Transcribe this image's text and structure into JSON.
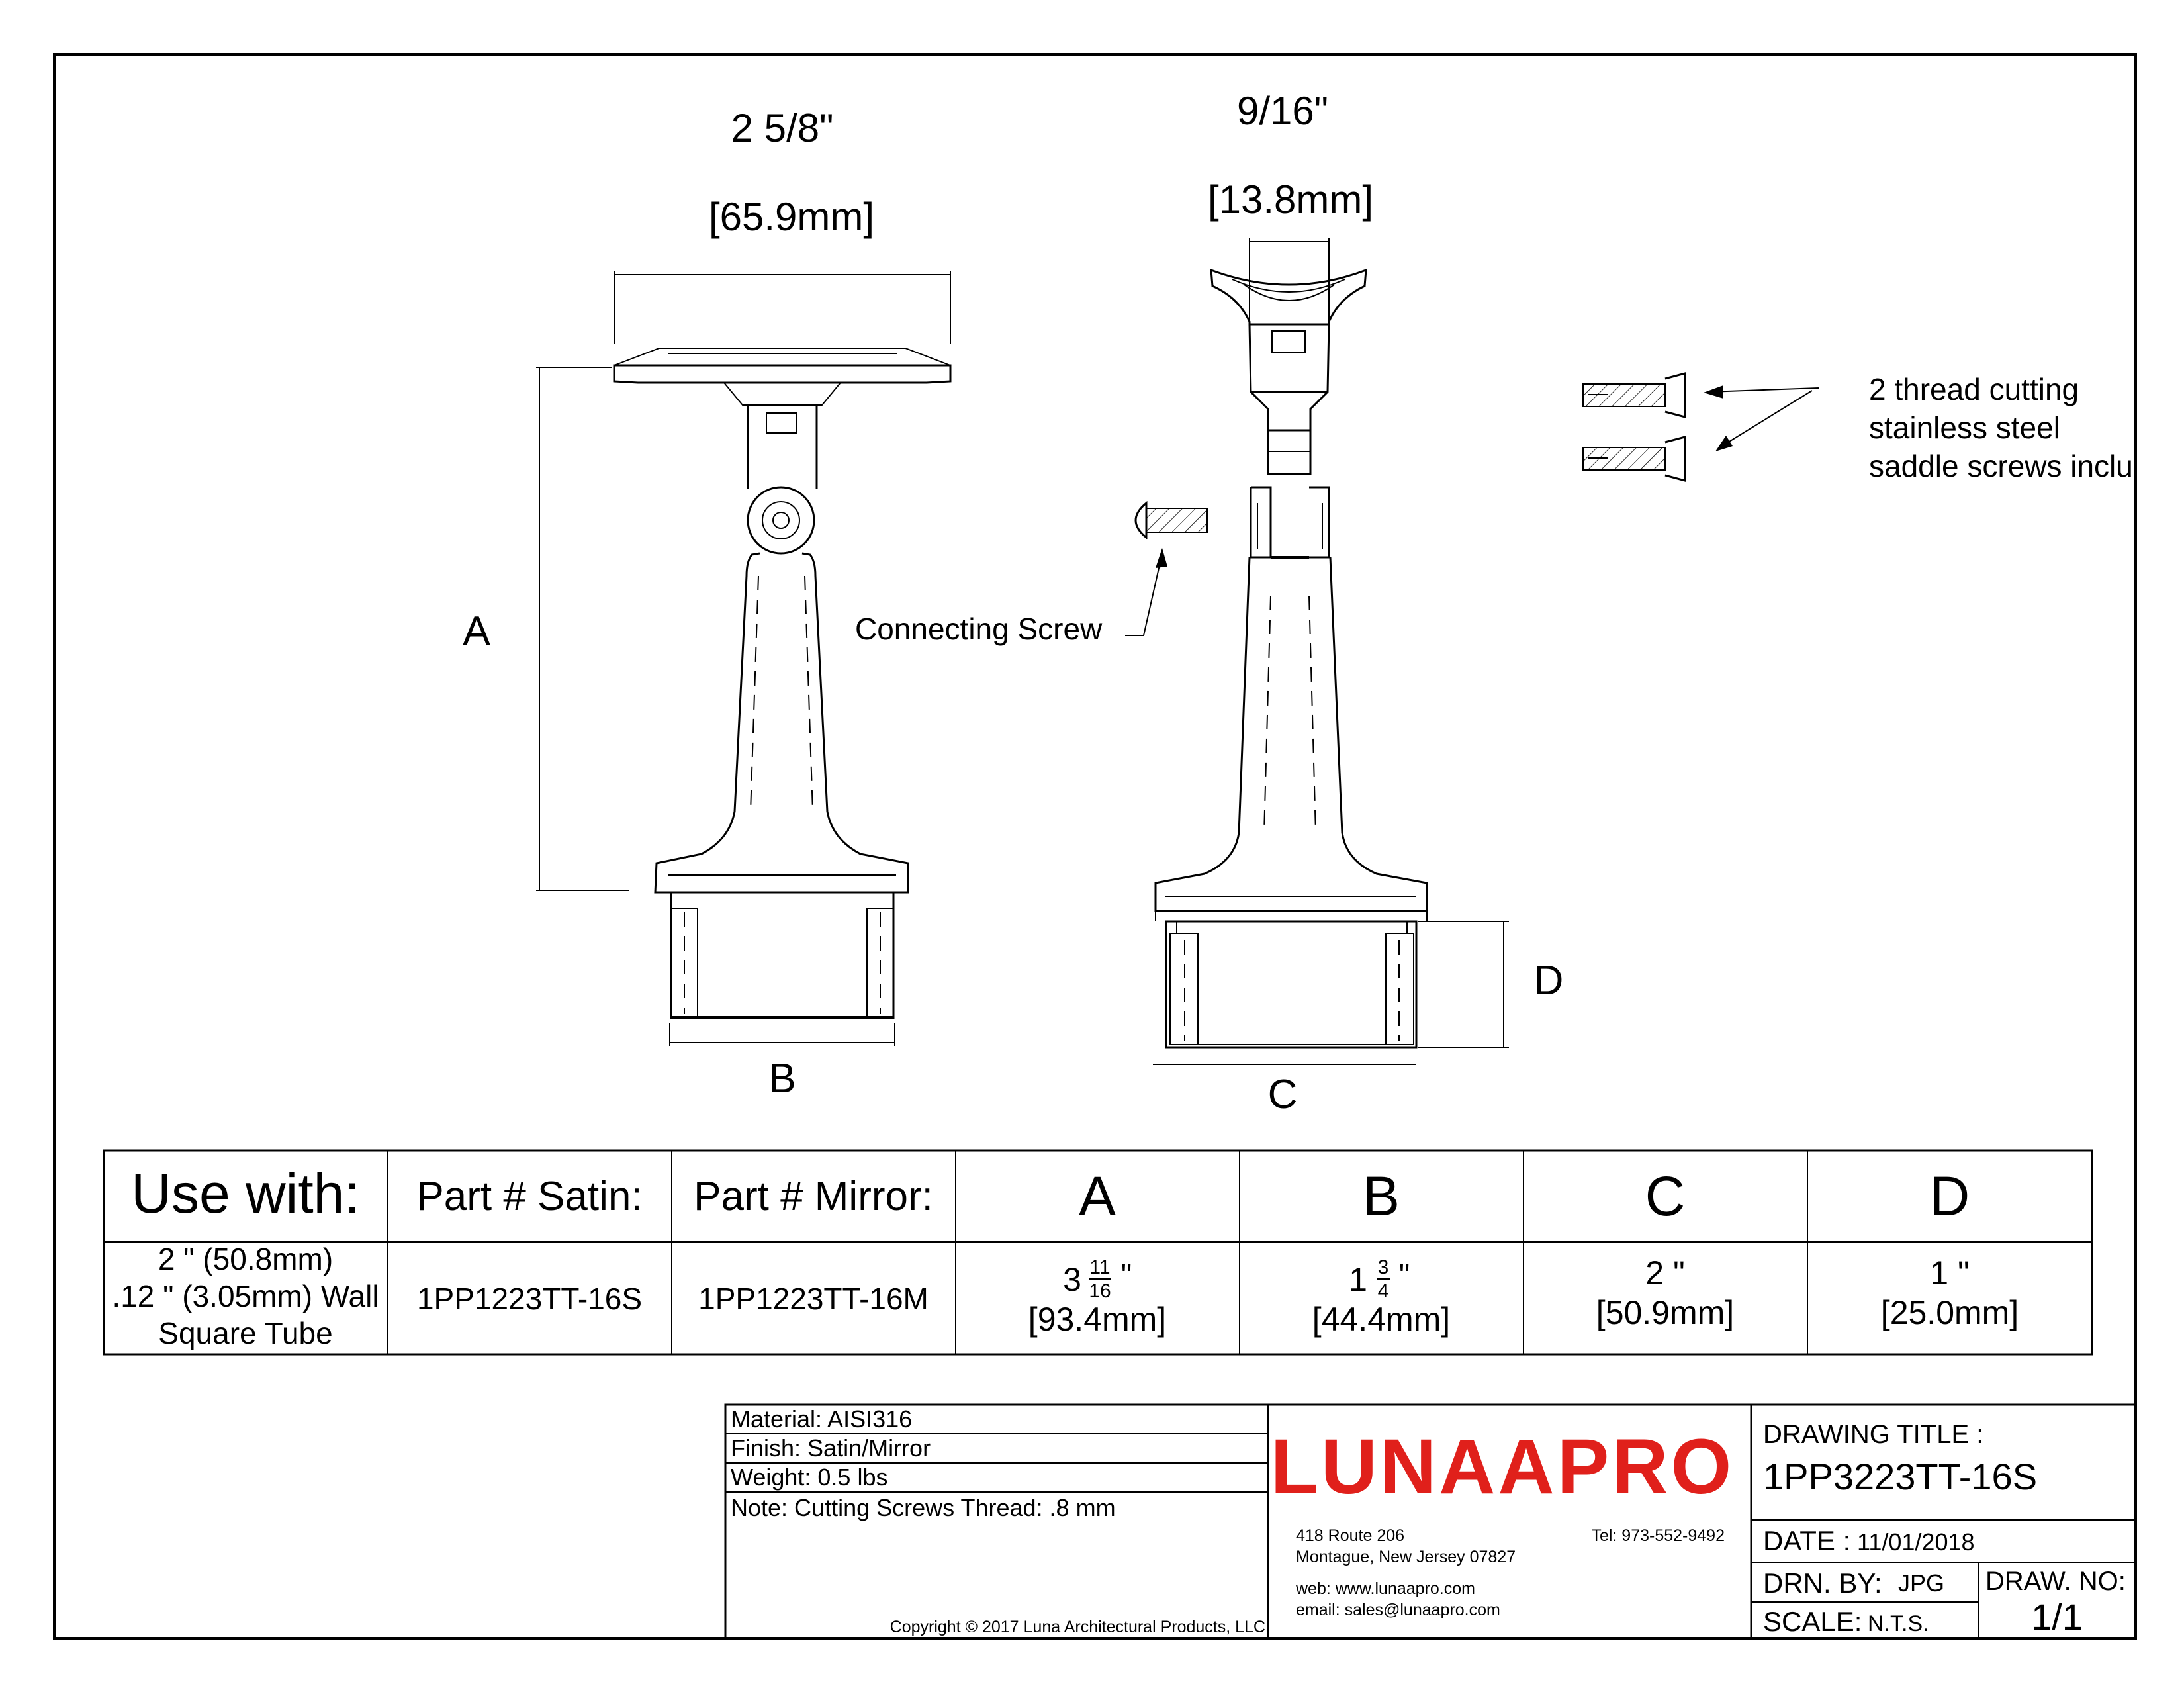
{
  "dimensions": {
    "top_width": "2 5/8\"",
    "top_width_mm": "[65.9mm]",
    "side_width": "9/16\"",
    "side_width_mm": "[13.8mm]",
    "label_a": "A",
    "label_b": "B",
    "label_c": "C",
    "label_d": "D"
  },
  "callouts": {
    "connecting_screw": "Connecting Screw",
    "saddle_line1": "2 thread cutting",
    "saddle_line2": "stainless steel",
    "saddle_line3": "saddle screws inclu"
  },
  "spec_table": {
    "headers": [
      "Use with:",
      "Part # Satin:",
      "Part # Mirror:",
      "A",
      "B",
      "C",
      "D"
    ],
    "use_with": [
      "2 \" (50.8mm)",
      ".12 \" (3.05mm) Wall",
      "Square Tube"
    ],
    "part_satin": "1PP1223TT-16S",
    "part_mirror": "1PP1223TT-16M",
    "a_whole": "3",
    "a_num": "11",
    "a_den": "16",
    "a_inch": "\"",
    "a_mm": "[93.4mm]",
    "b_whole": "1",
    "b_num": "3",
    "b_den": "4",
    "b_inch": "\"",
    "b_mm": "[44.4mm]",
    "c_value": "2 \"",
    "c_mm": "[50.9mm]",
    "d_value": "1 \"",
    "d_mm": "[25.0mm]"
  },
  "title_block": {
    "material": "Material: AISI316",
    "finish": "Finish: Satin/Mirror",
    "weight": "Weight: 0.5 lbs",
    "note": "Note: Cutting Screws Thread: .8 mm",
    "copyright": "Copyright © 2017 Luna Architectural Products, LLC",
    "logo": "LUNAAPRO",
    "address1": "418 Route 206",
    "address2": "Montague, New Jersey 07827",
    "tel": "Tel: 973-552-9492",
    "web": "web: www.lunaapro.com",
    "email": "email: sales@lunaapro.com",
    "drawing_title_label": "DRAWING TITLE :",
    "drawing_title": "1PP3223TT-16S",
    "date_label": "DATE :",
    "date": "11/01/2018",
    "drn_label": "DRN. BY:",
    "drn": "JPG",
    "draw_no_label": "DRAW. NO:",
    "draw_no": "1/1",
    "scale_label": "SCALE:",
    "scale": "N.T.S."
  },
  "colors": {
    "logo_red": "#e0201b",
    "line": "#000000"
  }
}
